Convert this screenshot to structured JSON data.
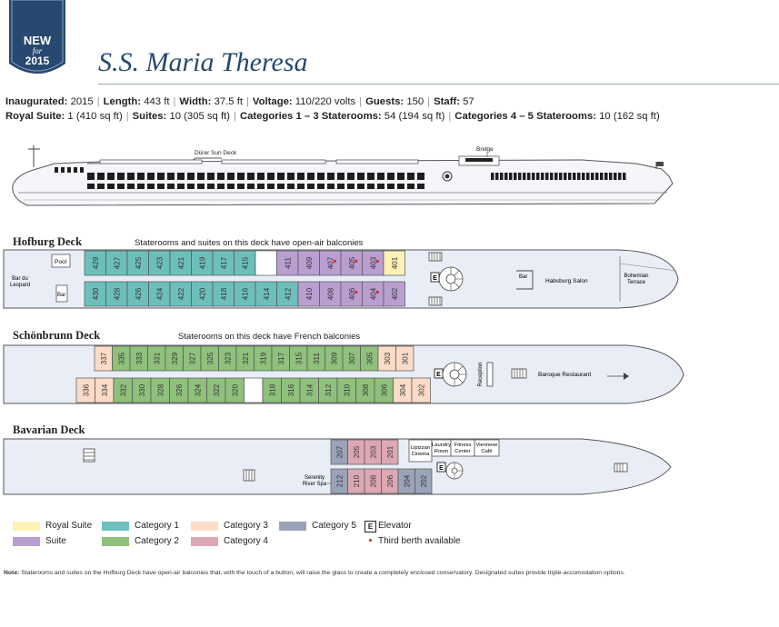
{
  "badge": {
    "new": "NEW",
    "for": "for",
    "year": "2015"
  },
  "title": "S.S. Maria Theresa",
  "specs_line1": [
    {
      "label": "Inaugurated:",
      "value": "2015"
    },
    {
      "label": "Length:",
      "value": "443 ft"
    },
    {
      "label": "Width:",
      "value": "37.5 ft"
    },
    {
      "label": "Voltage:",
      "value": "110/220 volts"
    },
    {
      "label": "Guests:",
      "value": "150"
    },
    {
      "label": "Staff:",
      "value": "57"
    }
  ],
  "specs_line2": [
    {
      "label": "Royal Suite:",
      "value": "1 (410 sq ft)"
    },
    {
      "label": "Suites:",
      "value": "10 (305 sq ft)"
    },
    {
      "label": "Categories 1 – 3 Staterooms:",
      "value": "54 (194 sq ft)"
    },
    {
      "label": "Categories 4 – 5 Staterooms:",
      "value": "10 (162 sq ft)"
    }
  ],
  "profile": {
    "sun_deck": "Dürer Sun Deck",
    "bridge": "Bridge"
  },
  "colors": {
    "royal_suite": "#fdf1b6",
    "suite": "#b89fd0",
    "cat1": "#6dbfbb",
    "cat2": "#8fc07c",
    "cat3": "#fcdcc8",
    "cat4": "#dca8b3",
    "cat5": "#9aa3b8",
    "hull": "#e8edf6",
    "dot": "#d9261c"
  },
  "decks": {
    "hofburg": {
      "name": "Hofburg Deck",
      "note": "Staterooms and suites on this deck have open-air balconies",
      "labels": {
        "pool": "Pool",
        "bar_du": "Bar du",
        "leopard": "Leopard",
        "bar_small": "Bar",
        "bar_lounge": "Bar",
        "salon": "Habsburg Salon",
        "bohemian": "Bohemian",
        "terrace": "Terrace"
      },
      "top": [
        {
          "n": "429",
          "c": "cat1"
        },
        {
          "n": "427",
          "c": "cat1"
        },
        {
          "n": "425",
          "c": "cat1"
        },
        {
          "n": "423",
          "c": "cat1"
        },
        {
          "n": "421",
          "c": "cat1"
        },
        {
          "n": "419",
          "c": "cat1"
        },
        {
          "n": "417",
          "c": "cat1"
        },
        {
          "n": "415",
          "c": "cat1"
        },
        {
          "n": "",
          "c": "white"
        },
        {
          "n": "411",
          "c": "suite"
        },
        {
          "n": "409",
          "c": "suite"
        },
        {
          "n": "407",
          "c": "suite",
          "d": 1
        },
        {
          "n": "405",
          "c": "suite",
          "d": 1
        },
        {
          "n": "403",
          "c": "suite",
          "d": 1
        },
        {
          "n": "401",
          "c": "royal_suite"
        }
      ],
      "bottom": [
        {
          "n": "430",
          "c": "cat1"
        },
        {
          "n": "428",
          "c": "cat1"
        },
        {
          "n": "426",
          "c": "cat1"
        },
        {
          "n": "424",
          "c": "cat1"
        },
        {
          "n": "422",
          "c": "cat1"
        },
        {
          "n": "420",
          "c": "cat1"
        },
        {
          "n": "418",
          "c": "cat1"
        },
        {
          "n": "416",
          "c": "cat1"
        },
        {
          "n": "414",
          "c": "cat1"
        },
        {
          "n": "412",
          "c": "cat1"
        },
        {
          "n": "410",
          "c": "suite"
        },
        {
          "n": "408",
          "c": "suite"
        },
        {
          "n": "406",
          "c": "suite",
          "d": 1
        },
        {
          "n": "404",
          "c": "suite",
          "d": 1
        },
        {
          "n": "402",
          "c": "suite"
        }
      ]
    },
    "schonbrunn": {
      "name": "Schönbrunn Deck",
      "note": "Staterooms on this deck have French balconies",
      "labels": {
        "reception": "Reception",
        "restaurant": "Baroque Restaurant",
        "elevator": "E"
      },
      "top": [
        {
          "n": "337",
          "c": "cat3"
        },
        {
          "n": "335",
          "c": "cat2"
        },
        {
          "n": "333",
          "c": "cat2"
        },
        {
          "n": "331",
          "c": "cat2"
        },
        {
          "n": "329",
          "c": "cat2"
        },
        {
          "n": "327",
          "c": "cat2"
        },
        {
          "n": "325",
          "c": "cat2"
        },
        {
          "n": "323",
          "c": "cat2"
        },
        {
          "n": "321",
          "c": "cat2"
        },
        {
          "n": "319",
          "c": "cat2"
        },
        {
          "n": "317",
          "c": "cat2"
        },
        {
          "n": "315",
          "c": "cat2"
        },
        {
          "n": "311",
          "c": "cat2"
        },
        {
          "n": "309",
          "c": "cat2"
        },
        {
          "n": "307",
          "c": "cat2"
        },
        {
          "n": "305",
          "c": "cat2"
        },
        {
          "n": "303",
          "c": "cat3"
        },
        {
          "n": "301",
          "c": "cat3"
        }
      ],
      "bottom": [
        {
          "n": "336",
          "c": "cat3"
        },
        {
          "n": "334",
          "c": "cat3"
        },
        {
          "n": "332",
          "c": "cat2"
        },
        {
          "n": "330",
          "c": "cat2"
        },
        {
          "n": "328",
          "c": "cat2"
        },
        {
          "n": "326",
          "c": "cat2"
        },
        {
          "n": "324",
          "c": "cat2"
        },
        {
          "n": "322",
          "c": "cat2"
        },
        {
          "n": "320",
          "c": "cat2"
        },
        {
          "n": "",
          "c": "white"
        },
        {
          "n": "318",
          "c": "cat2"
        },
        {
          "n": "316",
          "c": "cat2"
        },
        {
          "n": "314",
          "c": "cat2"
        },
        {
          "n": "312",
          "c": "cat2"
        },
        {
          "n": "310",
          "c": "cat2"
        },
        {
          "n": "308",
          "c": "cat2"
        },
        {
          "n": "306",
          "c": "cat2"
        },
        {
          "n": "304",
          "c": "cat3"
        },
        {
          "n": "302",
          "c": "cat3"
        }
      ]
    },
    "bavarian": {
      "name": "Bavarian Deck",
      "labels": {
        "lipizzan": "Lipizzan",
        "cinema": "Cinema",
        "laundry": "Laundry",
        "room": "Room",
        "fitness": "Fitness",
        "center": "Center",
        "viennese": "Viennese",
        "cafe": "Café",
        "serenity": "Serenity",
        "river_spa": "River Spa",
        "elevator": "E"
      },
      "top": [
        {
          "n": "207",
          "c": "cat5"
        },
        {
          "n": "205",
          "c": "cat4"
        },
        {
          "n": "203",
          "c": "cat4"
        },
        {
          "n": "201",
          "c": "cat4"
        }
      ],
      "bottom": [
        {
          "n": "212",
          "c": "cat5"
        },
        {
          "n": "210",
          "c": "cat4"
        },
        {
          "n": "208",
          "c": "cat4"
        },
        {
          "n": "206",
          "c": "cat4"
        },
        {
          "n": "204",
          "c": "cat5"
        },
        {
          "n": "202",
          "c": "cat5"
        }
      ]
    }
  },
  "legend": [
    {
      "label": "Royal Suite",
      "c": "royal_suite"
    },
    {
      "label": "Category 1",
      "c": "cat1"
    },
    {
      "label": "Category 3",
      "c": "cat3"
    },
    {
      "label": "Category 5",
      "c": "cat5"
    },
    {
      "label": "Suite",
      "c": "suite"
    },
    {
      "label": "Category 2",
      "c": "cat2"
    },
    {
      "label": "Category 4",
      "c": "cat4"
    }
  ],
  "legend_misc": {
    "elevator_icon": "E",
    "elevator": "Elevator",
    "third_berth": "Third berth available"
  },
  "footnote": {
    "label": "Note:",
    "text": "Staterooms and suites on the Hofburg Deck have open-air balconies that, with the touch of a button, will raise the glass to create a completely enclosed conservatory. Designated suites provide triple-accomodation options."
  }
}
